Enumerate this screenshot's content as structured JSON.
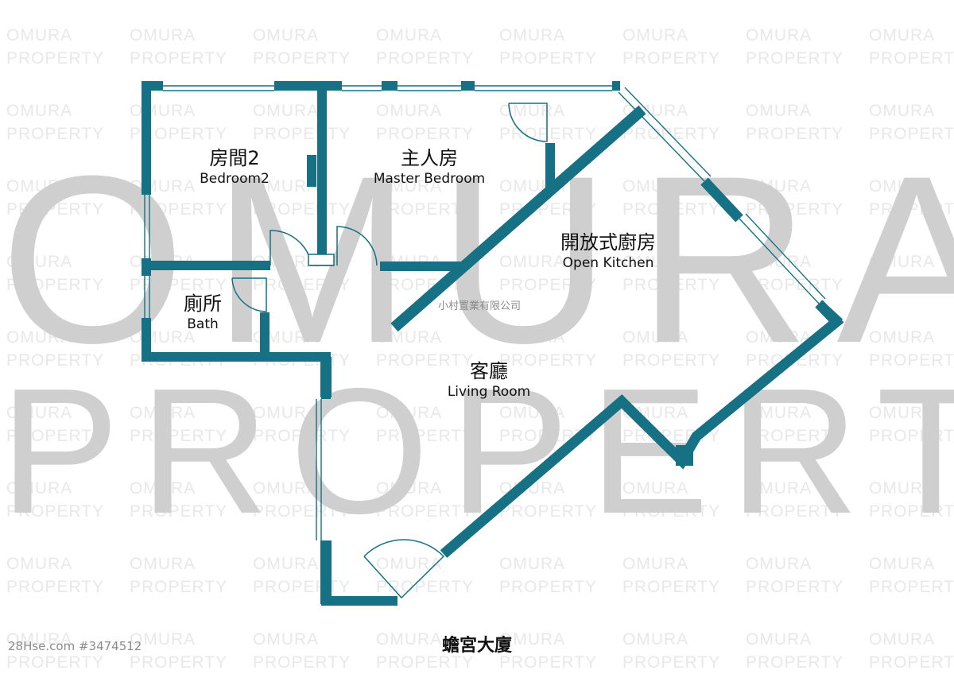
{
  "watermark": {
    "line1": "OMURA",
    "line2": "PROPERTY"
  },
  "colors": {
    "wall": "#157183",
    "window": "#157183",
    "watermark_big": "#cfcfcf",
    "watermark_tile": "#e8e8e8"
  },
  "rooms": {
    "bedroom2": {
      "zh": "房間2",
      "en": "Bedroom2"
    },
    "master": {
      "zh": "主人房",
      "en": "Master Bedroom"
    },
    "kitchen": {
      "zh": "開放式廚房",
      "en": "Open Kitchen"
    },
    "bath": {
      "zh": "廁所",
      "en": "Bath"
    },
    "living": {
      "zh": "客廳",
      "en": "Living Room"
    }
  },
  "company": "小村置業有限公司",
  "building": "蟾宮大廈",
  "listing_id": "28Hse.com #3474512"
}
